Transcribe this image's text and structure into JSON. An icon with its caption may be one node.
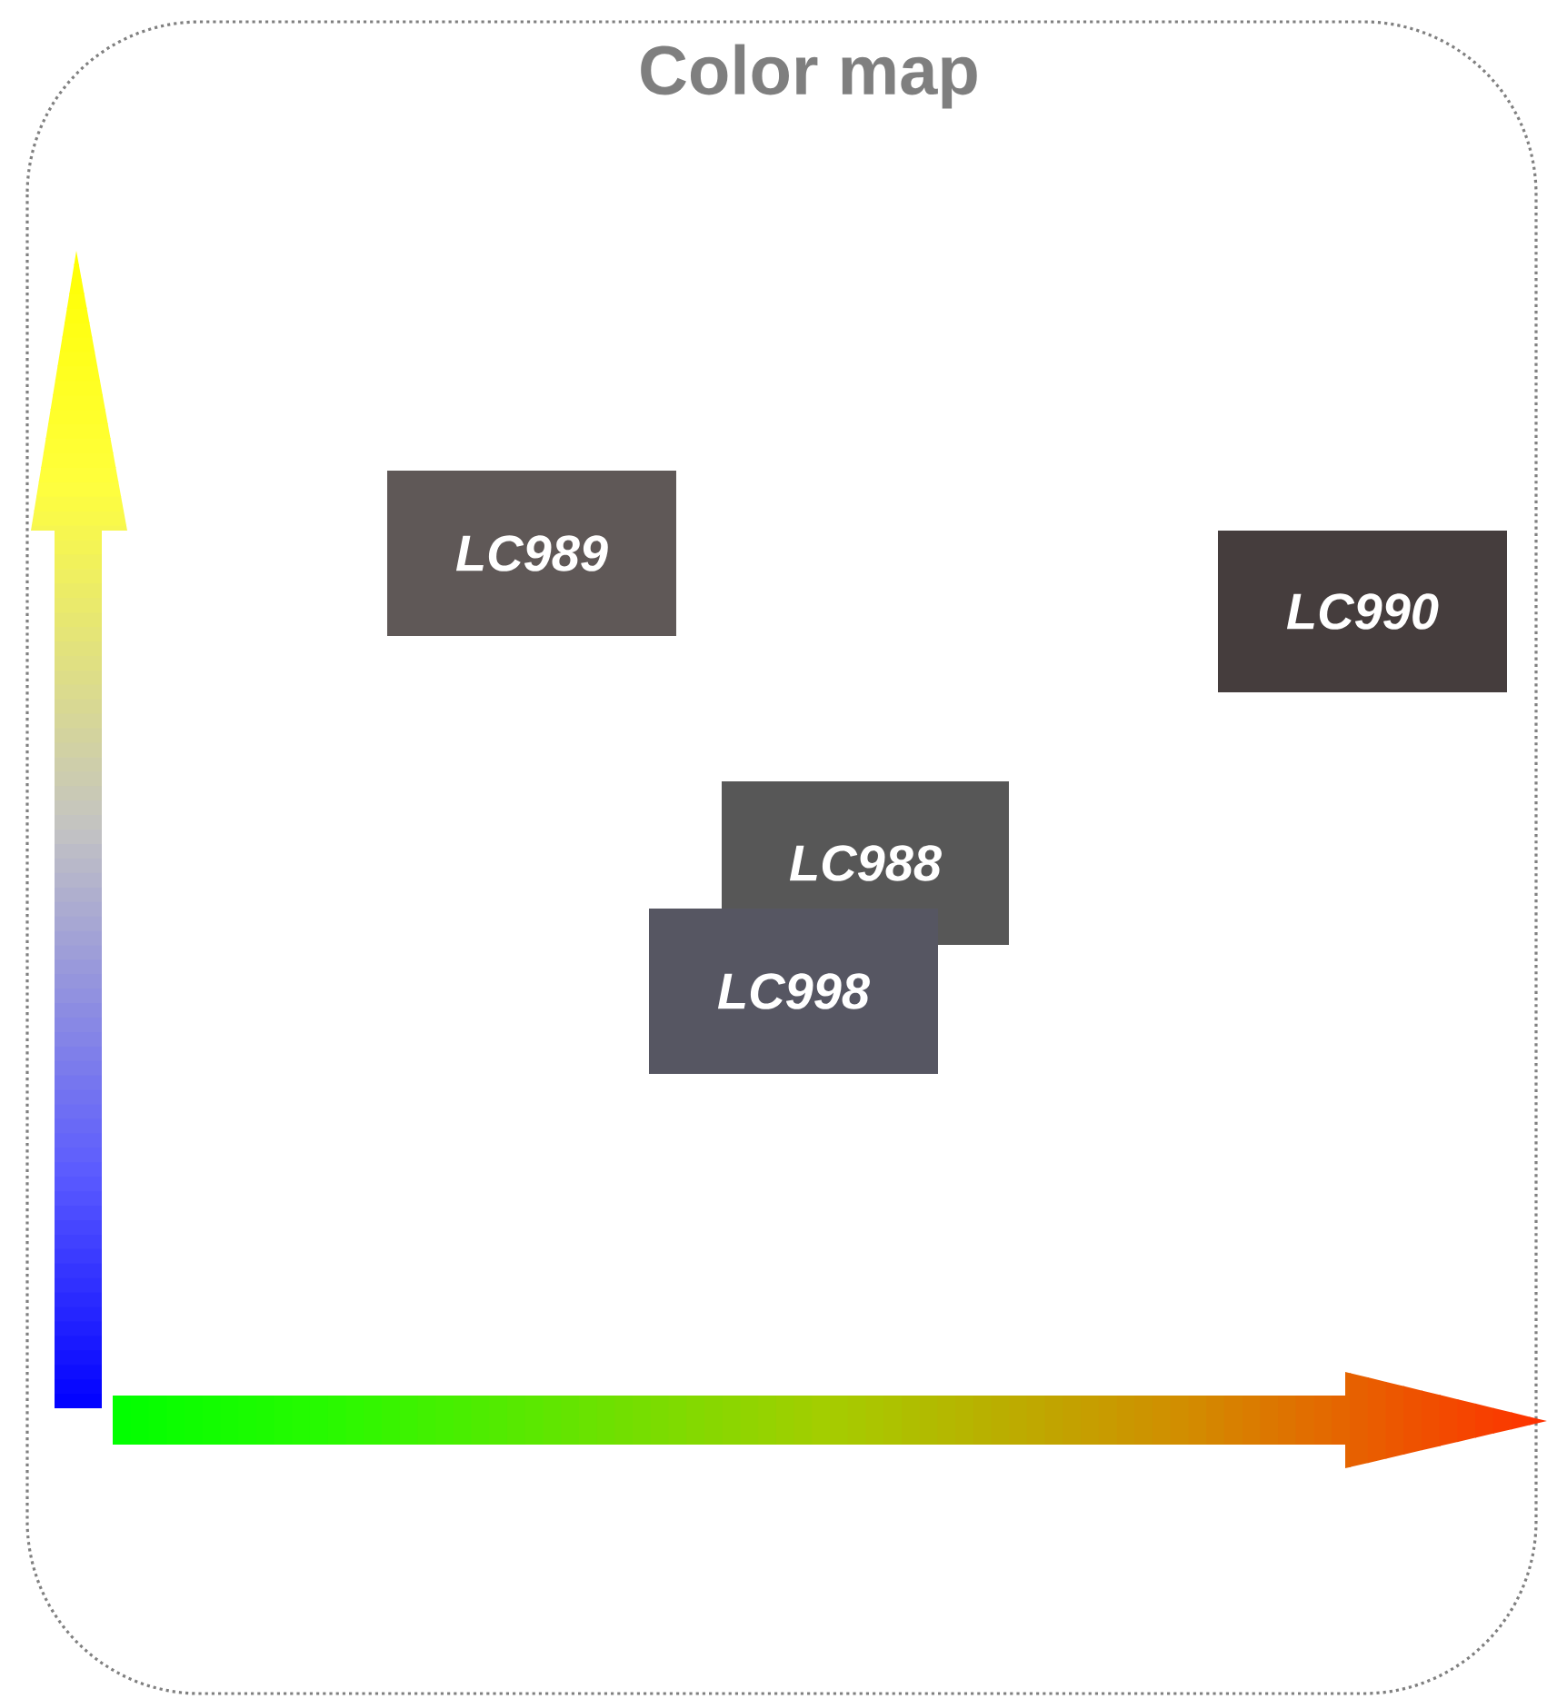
{
  "diagram": {
    "title": "Color map",
    "nodes": [
      {
        "text": [
          "LC989"
        ]
      },
      {
        "text": [
          "LC990"
        ]
      },
      {
        "text": [
          "LC988"
        ]
      },
      {
        "text": [
          "LC998"
        ]
      }
    ]
  }
}
